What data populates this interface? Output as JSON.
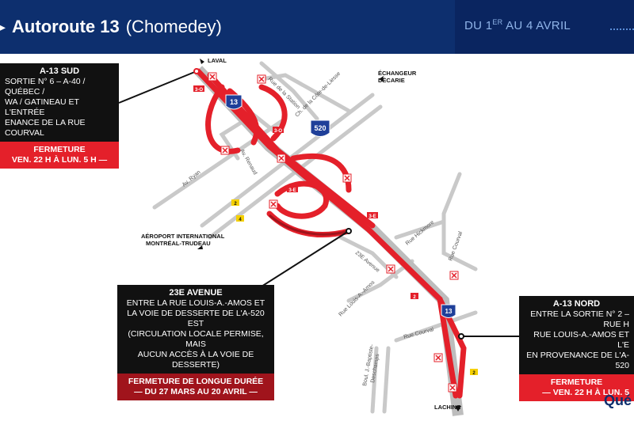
{
  "header": {
    "title": "Autoroute 13",
    "subtitle": "(Chomedey)",
    "date_prefix": "DU 1",
    "date_sup": "ER",
    "date_suffix": " AU 4 AVRIL"
  },
  "box_a13_sud": {
    "heading": "A-13 SUD",
    "line1": "SORTIE N° 6 – A-40 / QUÉBEC /",
    "line2": "WA / GATINEAU ET L'ENTRÉE",
    "line3": "ENANCE DE LA RUE COURVAL",
    "closure_label": "FERMETURE",
    "closure_time": "VEN. 22 H À LUN. 5 H —"
  },
  "box_23e": {
    "heading": "23E AVENUE",
    "line1": "ENTRE LA RUE LOUIS-A.-AMOS ET",
    "line2": "LA VOIE DE DESSERTE DE L'A-520 EST",
    "line3": "(CIRCULATION LOCALE PERMISE, MAIS",
    "line4": "AUCUN ACCÈS À LA VOIE DE DESSERTE)",
    "closure_label": "FERMETURE DE LONGUE DURÉE",
    "closure_time": "— DU 27 MARS AU 20 AVRIL —"
  },
  "box_a13_nord": {
    "heading": "A-13 NORD",
    "line1": "ENTRE LA SORTIE N° 2 – RUE H",
    "line2": "RUE LOUIS-A.-AMOS ET L'E",
    "line3": "EN PROVENANCE DE L'A-520",
    "closure_label": "FERMETURE",
    "closure_time": "— VEN. 22 H À LUN. 5"
  },
  "labels": {
    "laval": "LAVAL",
    "echangeur": "ÉCHANGEUR",
    "decarie": "DÉCARIE",
    "aeroport1": "AÉROPORT INTERNATIONAL",
    "aeroport2": "MONTRÉAL-TRUDEAU",
    "lachine": "LACHINE",
    "rue_stanford": "Rue de la Station",
    "ch_cote": "Ch. de la Côte-de-Liesse",
    "av_ryan": "Av. Ryan",
    "av_renaud": "Av. Renaud",
    "rue_hickmore": "Rue Hickmore",
    "rue_courval_n": "Rue Courval",
    "rue_courval_s": "Rue Courval",
    "av_23e": "23E Avenue",
    "rue_louis": "Rue Louis-A.-Amos",
    "boul_jb": "Boul. J.-Baptiste-",
    "boul_jb2": "Deschamps",
    "shield_13": "13",
    "shield_520": "520",
    "shield_13b": "13",
    "exit_3o_a": "3-O",
    "exit_3o_b": "3-O",
    "exit_3e_a": "3-E",
    "exit_3e_b": "3-E",
    "exit_2": "2",
    "exit_4": "4",
    "exit_2b": "2",
    "exit_2c": "2"
  },
  "brand": "Qué",
  "colors": {
    "header": "#0d2f6e",
    "closure_red": "#e4202a",
    "road_grey": "#c9c9c9",
    "road_red": "#e4202a",
    "box_black": "#111111"
  }
}
